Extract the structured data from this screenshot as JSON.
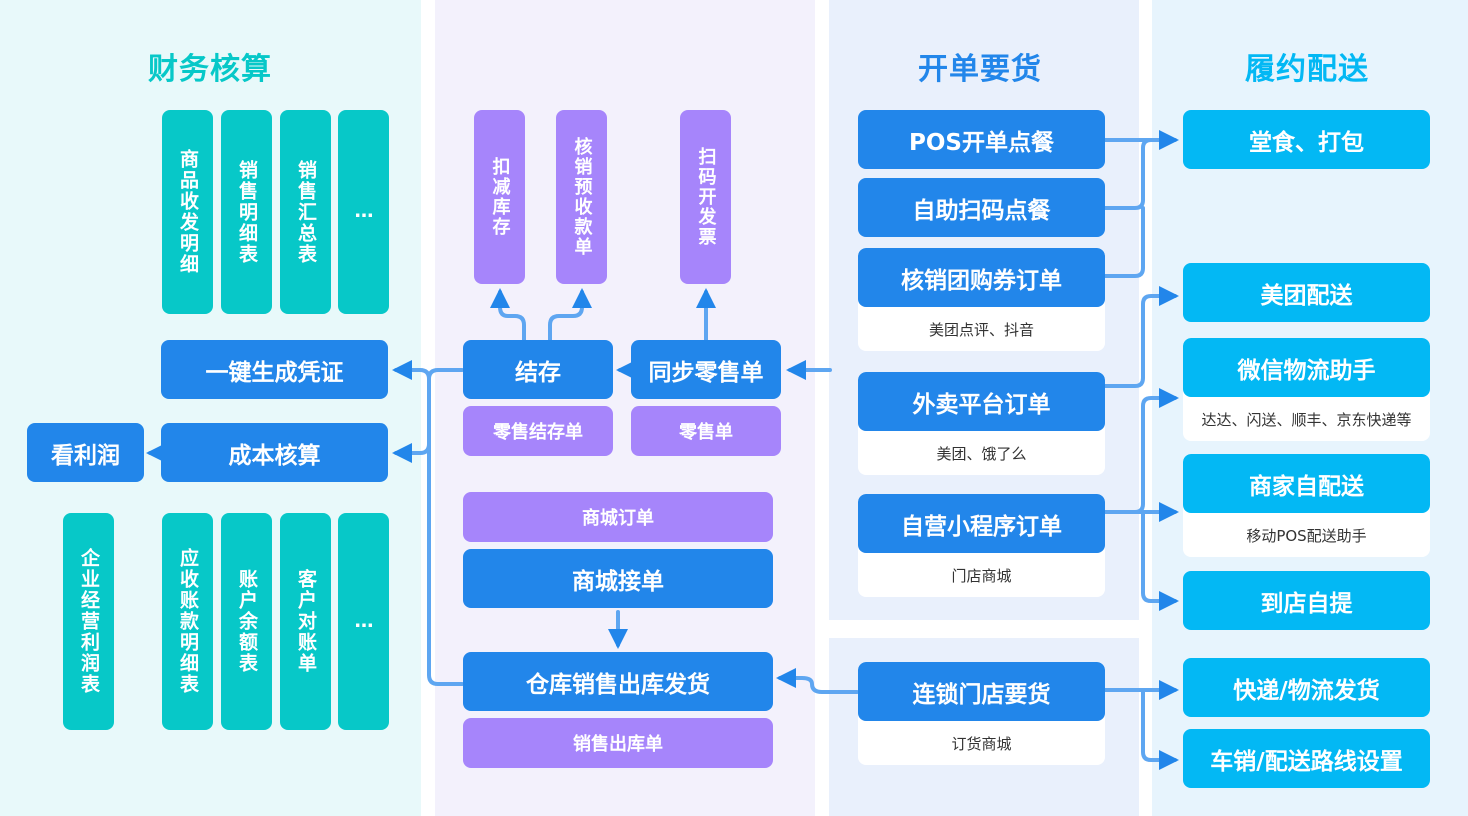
{
  "sections": {
    "finance": {
      "title": "财务核算",
      "color": "#07c8c8"
    },
    "order": {
      "title": "开单要货",
      "color": "#2286ea"
    },
    "fulfillment": {
      "title": "履约配送",
      "color": "#03b8f4"
    }
  },
  "finance": {
    "top_reports": [
      "商品收发明细",
      "销售明细表",
      "销售汇总表",
      "…"
    ],
    "voucher": "一键生成凭证",
    "cost": "成本核算",
    "profit": "看利润",
    "profit_statement": "企业经营利润表",
    "bottom_reports": [
      "应收账款明细表",
      "账户余额表",
      "客户对账单",
      "…"
    ]
  },
  "middle": {
    "top_actions": [
      "扣减库存",
      "核销预收款单",
      "扫码开发票"
    ],
    "closing": {
      "label": "结存",
      "doc": "零售结存单"
    },
    "sync_retail": {
      "label": "同步零售单",
      "doc": "零售单"
    },
    "mall_order": "商城订单",
    "mall_accept": "商城接单",
    "warehouse": {
      "label": "仓库销售出库发货",
      "doc": "销售出库单"
    }
  },
  "orders": {
    "pos": "POS开单点餐",
    "self_scan": "自助扫码点餐",
    "group_coupon": {
      "label": "核销团购券订单",
      "sub": "美团点评、抖音"
    },
    "takeaway": {
      "label": "外卖平台订单",
      "sub": "美团、饿了么"
    },
    "miniprogram": {
      "label": "自营小程序订单",
      "sub": "门店商城"
    },
    "chain_store": {
      "label": "连锁门店要货",
      "sub": "订货商城"
    }
  },
  "fulfillment": {
    "dine": "堂食、打包",
    "meituan": "美团配送",
    "wechat": {
      "label": "微信物流助手",
      "sub": "达达、闪送、顺丰、京东快递等"
    },
    "merchant": {
      "label": "商家自配送",
      "sub": "移动POS配送助手"
    },
    "pickup": "到店自提",
    "express": "快递/物流发货",
    "route": "车销/配送路线设置"
  },
  "colors": {
    "blue": "#2286ea",
    "cyan": "#03b8f4",
    "teal": "#07c8c8",
    "purple": "#a685fb",
    "line": "#4a98ee"
  }
}
